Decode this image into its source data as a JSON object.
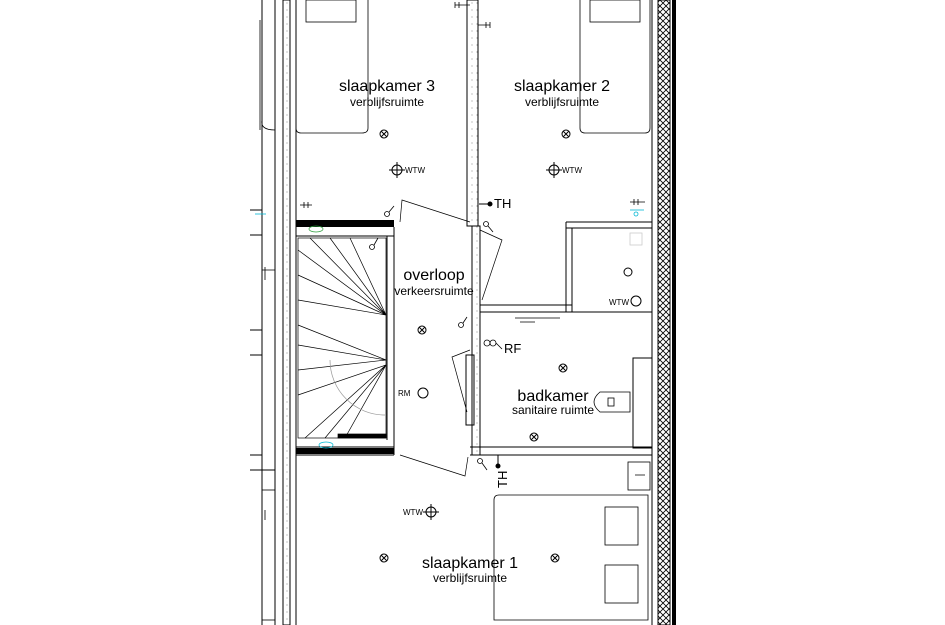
{
  "rooms": [
    {
      "name": "slaapkamer 3",
      "type": "verblijfsruimte"
    },
    {
      "name": "slaapkamer 2",
      "type": "verblijfsruimte"
    },
    {
      "name": "overloop",
      "type": "verkeersruimte"
    },
    {
      "name": "badkamer",
      "type": "sanitaire ruimte"
    },
    {
      "name": "slaapkamer 1",
      "type": "verblijfsruimte"
    }
  ],
  "symbols": {
    "wtw": "WTW",
    "thermostat": "TH",
    "smoke_detector": "RM",
    "rf": "RF"
  },
  "colors": {
    "lines": "#000000",
    "accent": "#00b8d4",
    "green": "#2e9e3e"
  }
}
